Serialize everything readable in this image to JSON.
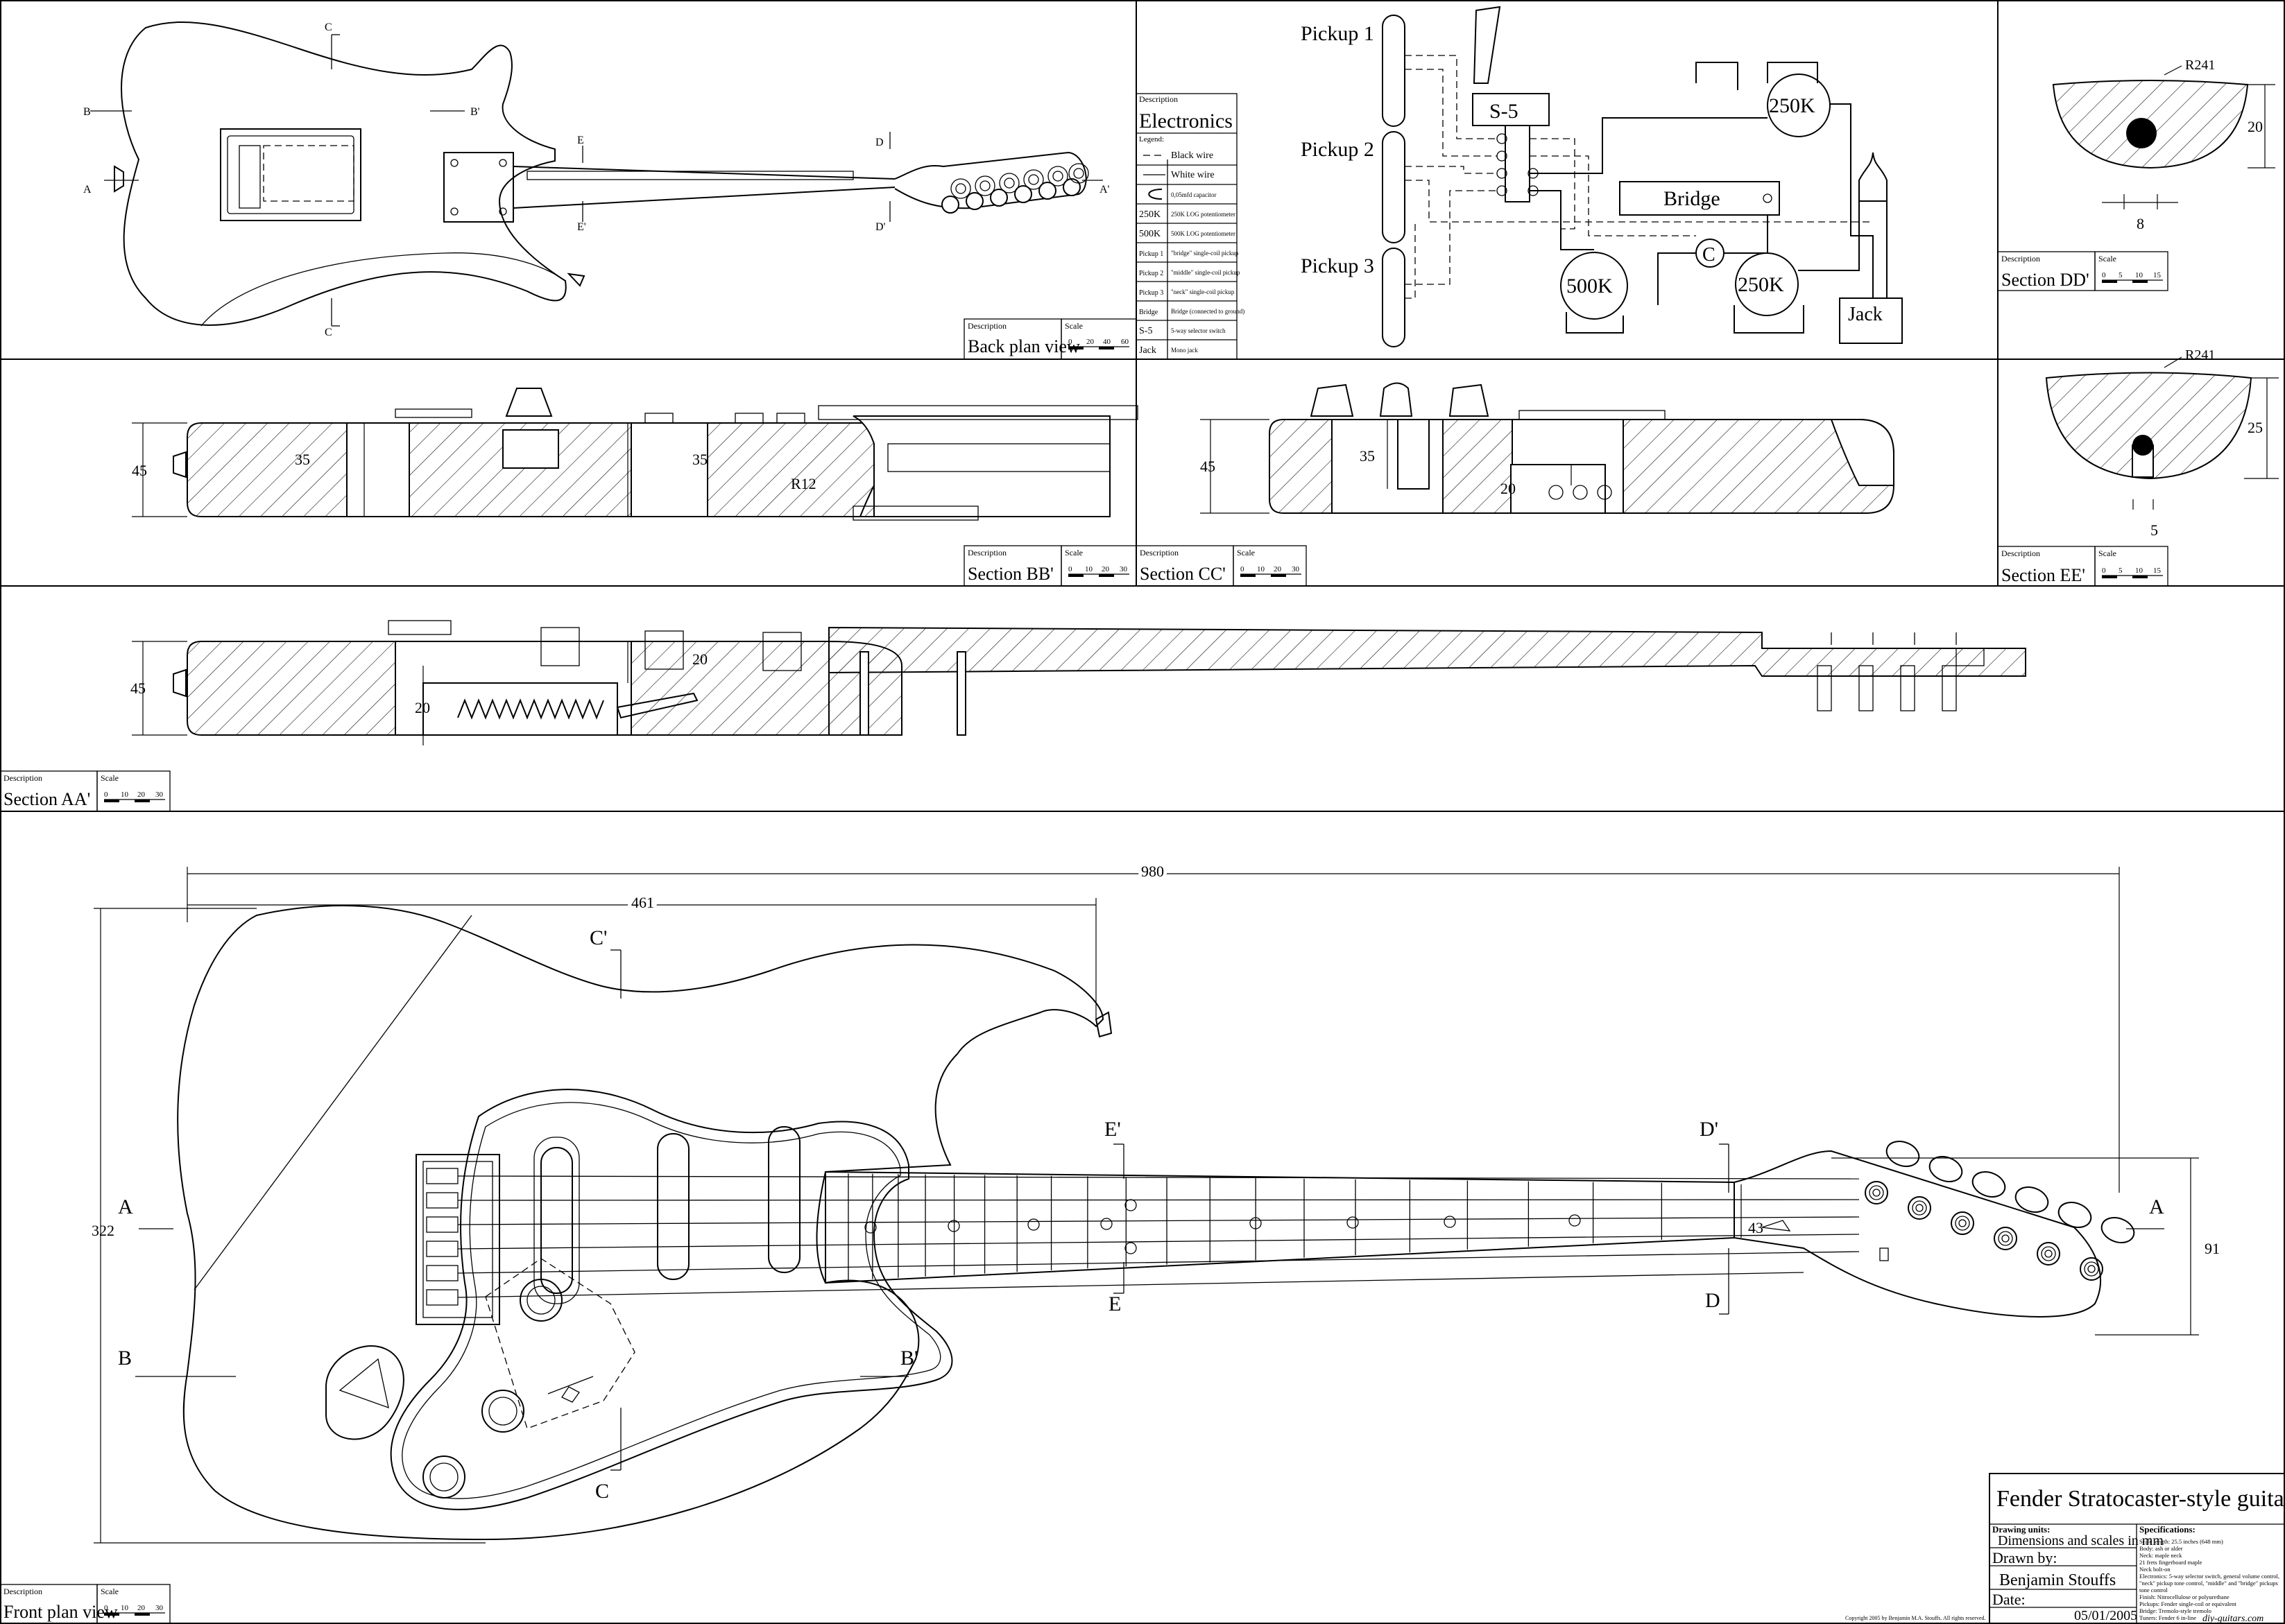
{
  "title": "Fender Stratocaster-style guitar",
  "title_block": {
    "drawing_units_label": "Drawing units:",
    "drawing_units": "Dimensions and scales in mm",
    "drawn_by_label": "Drawn by:",
    "drawn_by": "Benjamin Stouffs",
    "date_label": "Date:",
    "date": "05/01/2005",
    "specs_label": "Specifications:",
    "specs": [
      "Scale length: 25.5 inches (648 mm)",
      "Body: ash or alder",
      "Neck: maple neck",
      "21 frets fingerboard maple",
      "Neck bolt-on",
      "Electronics: 5-way selector switch, general volume control,",
      "\"neck\" pickup tone control, \"middle\" and \"bridge\" pickups",
      "tone control",
      "Finish: Nitrocellulose or polyurethane",
      "Pickups: Fender single-coil or equivalent",
      "Bridge: Tremolo-style tremolo",
      "Tuners: Fender 6 in-line"
    ],
    "copyright": "Copyright 2005 by Benjamin M.A. Stouffs. All rights reserved."
  },
  "labels": {
    "desc": "Description",
    "scale": "Scale",
    "legend": "Legend:"
  },
  "views": {
    "back": {
      "name": "Back plan view",
      "scale": [
        "0",
        "20",
        "40",
        "60"
      ]
    },
    "bb": {
      "name": "Section BB'",
      "scale": [
        "0",
        "10",
        "20",
        "30"
      ]
    },
    "cc": {
      "name": "Section CC'",
      "scale": [
        "0",
        "10",
        "20",
        "30"
      ]
    },
    "dd": {
      "name": "Section DD'",
      "scale": [
        "0",
        "5",
        "10",
        "15"
      ]
    },
    "ee": {
      "name": "Section EE'",
      "scale": [
        "0",
        "5",
        "10",
        "15"
      ]
    },
    "aa": {
      "name": "Section AA'",
      "scale": [
        "0",
        "10",
        "20",
        "30"
      ]
    },
    "front": {
      "name": "Front plan view",
      "scale": [
        "0",
        "10",
        "20",
        "30"
      ]
    }
  },
  "electronics": {
    "title": "Electronics",
    "legend": [
      {
        "sym": "",
        "text": "Black wire"
      },
      {
        "sym": "",
        "text": "White wire"
      },
      {
        "sym": "",
        "text": "0,05mfd capacitor"
      },
      {
        "sym": "250K",
        "text": "250K LOG potentiometer"
      },
      {
        "sym": "500K",
        "text": "500K LOG potentiometer"
      },
      {
        "sym": "Pickup 1",
        "text": "\"bridge\" single-coil pickup"
      },
      {
        "sym": "Pickup 2",
        "text": "\"middle\" single-coil pickup"
      },
      {
        "sym": "Pickup 3",
        "text": "\"neck\" single-coil pickup"
      },
      {
        "sym": "Bridge",
        "text": "Bridge (connected to ground)"
      },
      {
        "sym": "S-5",
        "text": "5-way selector switch"
      },
      {
        "sym": "Jack",
        "text": "Mono jack"
      }
    ]
  },
  "wiring": {
    "pickup1": "Pickup 1",
    "pickup2": "Pickup 2",
    "pickup3": "Pickup 3",
    "switch": "S-5",
    "pot_top": "250K",
    "pot_vol": "500K",
    "pot_tone": "250K",
    "bridge": "Bridge",
    "cap": "C",
    "jack": "Jack"
  },
  "dimensions": {
    "r241a": "R241",
    "dd_h": "20",
    "dd_w": "8",
    "r241b": "R241",
    "ee_h": "25",
    "ee_w": "5",
    "bb_h": "45",
    "bb_c1": "35",
    "bb_c2": "35",
    "bb_r": "R12",
    "cc_h": "45",
    "cc_c": "35",
    "cc_d": "20",
    "aa_h": "45",
    "aa_d1": "20",
    "aa_d2": "20",
    "total_len": "980",
    "body_len": "461",
    "body_w": "322",
    "head_w": "91",
    "nut_w": "43"
  },
  "markers": {
    "A": "A",
    "Ap": "A'",
    "B": "B",
    "Bp": "B'",
    "C": "C",
    "Cp": "C'",
    "D": "D",
    "Dp": "D'",
    "E": "E",
    "Ep": "E'"
  },
  "footer_url": "diy-guitars.com"
}
